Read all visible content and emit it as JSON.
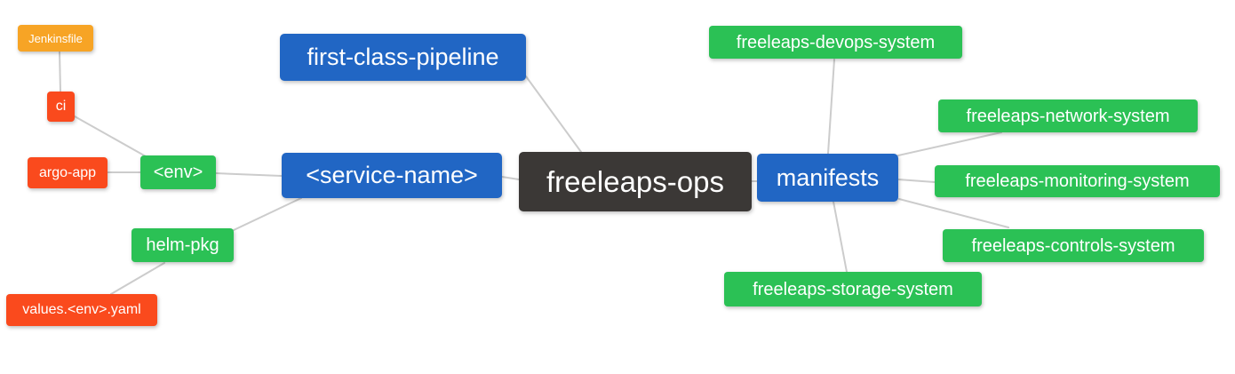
{
  "diagram": {
    "type": "mindmap",
    "root_label": "freeleaps-ops",
    "palette": {
      "root": "#3b3836",
      "level1_blue": "#2166c4",
      "level2_green": "#2bc155",
      "level3_red": "#fa4a1d",
      "level4_orange": "#f7a425",
      "edge": "#cccccc",
      "text": "#ffffff",
      "background": "#ffffff"
    },
    "nodes": {
      "freeleaps_ops": {
        "label": "freeleaps-ops",
        "level": 0
      },
      "first_class_pipeline": {
        "label": "first-class-pipeline",
        "level": 1
      },
      "service_name": {
        "label": "<service-name>",
        "level": 1
      },
      "manifests": {
        "label": "manifests",
        "level": 1
      },
      "env": {
        "label": "<env>",
        "level": 2
      },
      "helm_pkg": {
        "label": "helm-pkg",
        "level": 2
      },
      "devops_system": {
        "label": "freeleaps-devops-system",
        "level": 2
      },
      "network_system": {
        "label": "freeleaps-network-system",
        "level": 2
      },
      "monitoring_system": {
        "label": "freeleaps-monitoring-system",
        "level": 2
      },
      "controls_system": {
        "label": "freeleaps-controls-system",
        "level": 2
      },
      "storage_system": {
        "label": "freeleaps-storage-system",
        "level": 2
      },
      "ci": {
        "label": "ci",
        "level": 3
      },
      "argo_app": {
        "label": "argo-app",
        "level": 3
      },
      "values_env_yaml": {
        "label": "values.<env>.yaml",
        "level": 3
      },
      "jenkinsfile": {
        "label": "Jenkinsfile",
        "level": 4
      }
    },
    "edges": [
      {
        "from": "freeleaps_ops",
        "to": "first_class_pipeline"
      },
      {
        "from": "freeleaps_ops",
        "to": "service_name"
      },
      {
        "from": "freeleaps_ops",
        "to": "manifests"
      },
      {
        "from": "service_name",
        "to": "env"
      },
      {
        "from": "service_name",
        "to": "helm_pkg"
      },
      {
        "from": "env",
        "to": "ci"
      },
      {
        "from": "env",
        "to": "argo_app"
      },
      {
        "from": "ci",
        "to": "jenkinsfile"
      },
      {
        "from": "helm_pkg",
        "to": "values_env_yaml"
      },
      {
        "from": "manifests",
        "to": "devops_system"
      },
      {
        "from": "manifests",
        "to": "network_system"
      },
      {
        "from": "manifests",
        "to": "monitoring_system"
      },
      {
        "from": "manifests",
        "to": "controls_system"
      },
      {
        "from": "manifests",
        "to": "storage_system"
      }
    ]
  }
}
